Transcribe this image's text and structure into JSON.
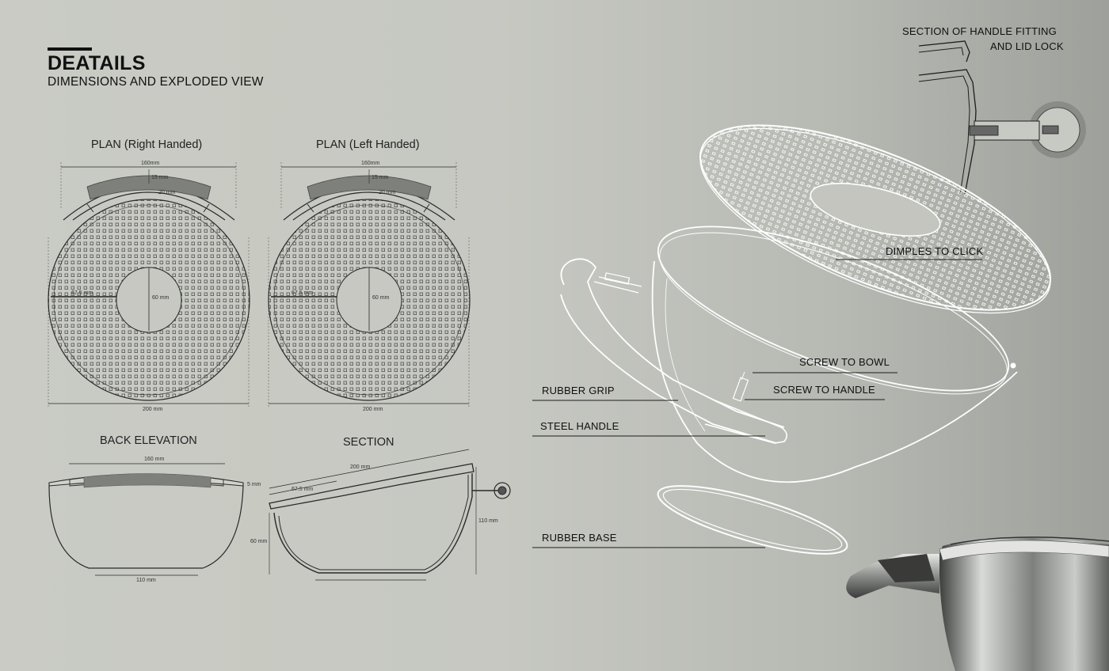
{
  "header": {
    "title": "DEATAILS",
    "subtitle": "DIMENSIONS AND EXPLODED VIEW"
  },
  "views": {
    "plan_right": "PLAN (Right Handed)",
    "plan_left": "PLAN (Left Handed)",
    "back_elevation": "BACK ELEVATION",
    "section": "SECTION"
  },
  "dimensions": {
    "width_160": "160mm",
    "handle_15": "15 mm",
    "handle_20": "20 mm",
    "radius_675": "67.5 mm",
    "hole_60": "60 mm",
    "diameter_200": "200 mm",
    "elev_160": "160 mm",
    "elev_5": "5 mm",
    "base_110": "110 mm",
    "section_200": "200 mm",
    "section_675": "67.5 mm",
    "height_60": "60 mm",
    "height_110": "110 mm"
  },
  "callouts": {
    "handle_fitting_line1": "SECTION OF HANDLE FITTING",
    "handle_fitting_line2": "AND LID LOCK",
    "dimples": "DIMPLES TO CLICK",
    "screw_bowl": "SCREW TO BOWL",
    "screw_handle": "SCREW TO HANDLE",
    "rubber_grip": "RUBBER GRIP",
    "steel_handle": "STEEL HANDLE",
    "rubber_base": "RUBBER BASE"
  },
  "colors": {
    "background": "#c6c8c1",
    "line_dark": "#2a2a2a",
    "line_white": "#ffffff",
    "handle_fill": "#7e807c"
  }
}
